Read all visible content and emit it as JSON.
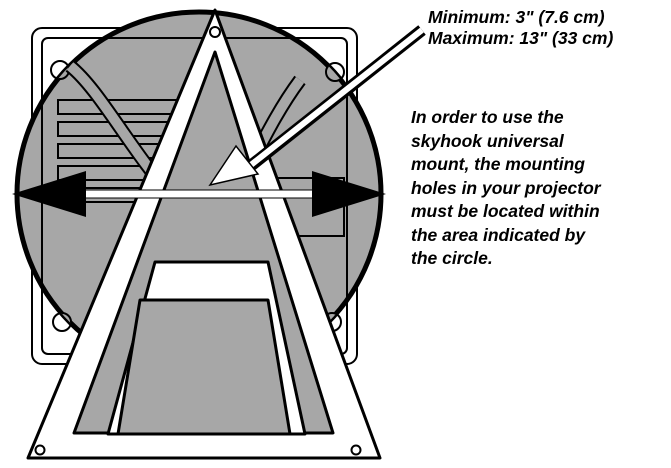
{
  "range": {
    "minimum": "Minimum: 3\" (7.6 cm)",
    "maximum": "Maximum: 13\" (33 cm)"
  },
  "instructions": [
    "In order to use the",
    "skyhook universal",
    "mount, the mounting",
    "holes in your projector",
    "must be located within",
    "the area indicated by",
    "the circle."
  ],
  "colors": {
    "circle_fill": "#a7a7a7",
    "line": "#000000",
    "arrow": "#ffffff",
    "background": "#ffffff"
  }
}
